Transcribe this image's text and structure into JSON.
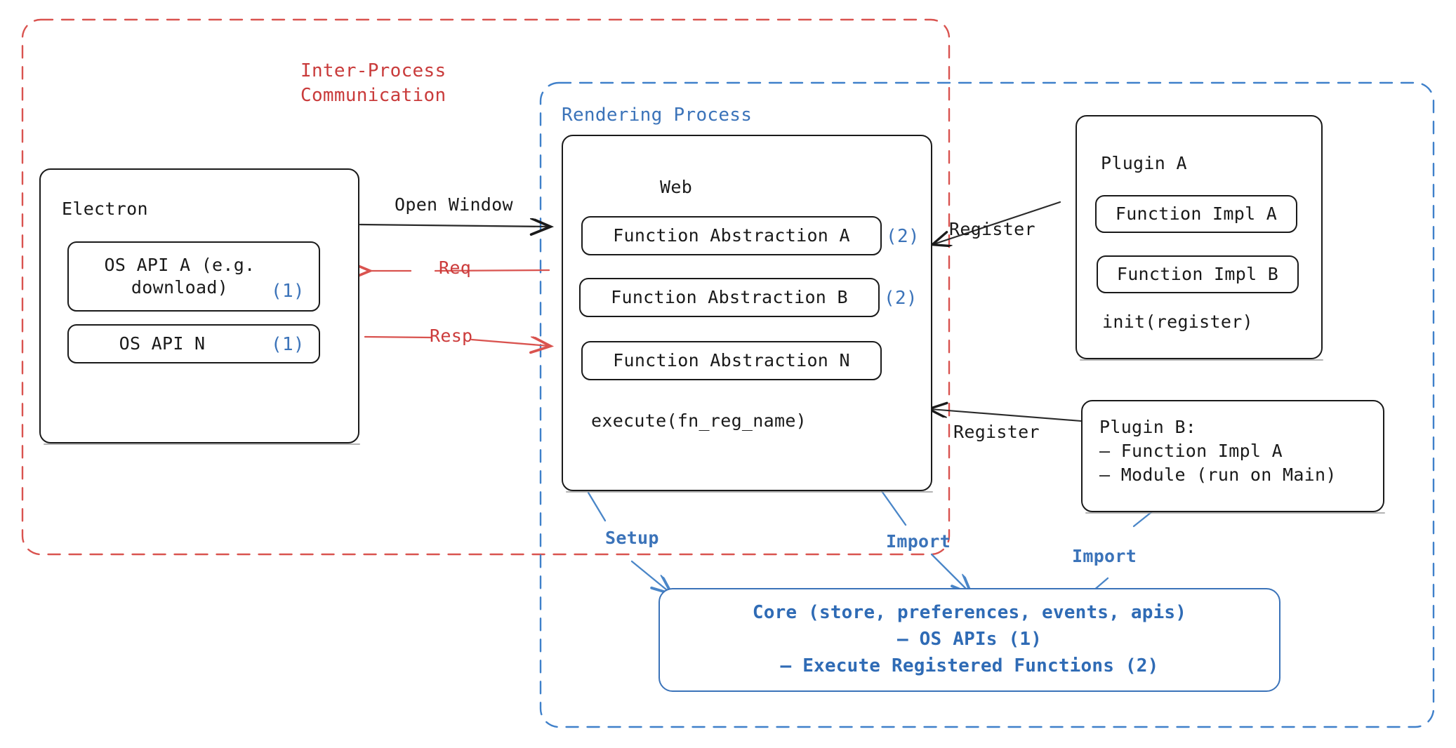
{
  "diagram": {
    "title": "Electron plugin architecture",
    "colors": {
      "ipc_red": "#c93b3b",
      "render_blue": "#3b73b9",
      "core_blue": "#2f6bb5",
      "outline_black": "#1a1a1a"
    },
    "regions": [
      {
        "name": "inter-process-communication",
        "label": "Inter-Process\nCommunication",
        "color": "#c93b3b",
        "style": "dashed"
      },
      {
        "name": "rendering-process",
        "label": "Rendering Process",
        "color": "#3b73b9",
        "style": "dashed"
      }
    ],
    "electron": {
      "title": "Electron",
      "items": [
        {
          "label": "OS API A (e.g.\ndownload)",
          "badge": "(1)"
        },
        {
          "label": "OS API N",
          "badge": "(1)"
        }
      ]
    },
    "web": {
      "title": "Web",
      "abstractions": [
        {
          "label": "Function Abstraction A",
          "badge": "(2)"
        },
        {
          "label": "Function Abstraction B",
          "badge": "(2)"
        },
        {
          "label": "Function Abstraction N",
          "badge": ""
        }
      ],
      "footer": "execute(fn_reg_name)"
    },
    "plugin_a": {
      "title": "Plugin A",
      "items": [
        "Function Impl A",
        "Function Impl B"
      ],
      "footer": "init(register)"
    },
    "plugin_b": {
      "title": "Plugin B:",
      "lines": "Plugin B:\n– Function Impl A\n– Module (run on Main)"
    },
    "core": {
      "lines": "Core (store, preferences, events, apis)\n– OS APIs (1)\n– Execute Registered Functions (2)"
    },
    "edges": [
      {
        "name": "open-window",
        "label": "Open Window",
        "color": "black"
      },
      {
        "name": "req",
        "label": "Req",
        "color": "red"
      },
      {
        "name": "resp",
        "label": "Resp",
        "color": "red"
      },
      {
        "name": "register-plugin-a",
        "label": "Register",
        "color": "black"
      },
      {
        "name": "register-plugin-b",
        "label": "Register",
        "color": "black"
      },
      {
        "name": "setup",
        "label": "Setup",
        "color": "blue"
      },
      {
        "name": "import-web",
        "label": "Import",
        "color": "blue"
      },
      {
        "name": "import-plugin-b",
        "label": "Import",
        "color": "blue"
      }
    ]
  }
}
